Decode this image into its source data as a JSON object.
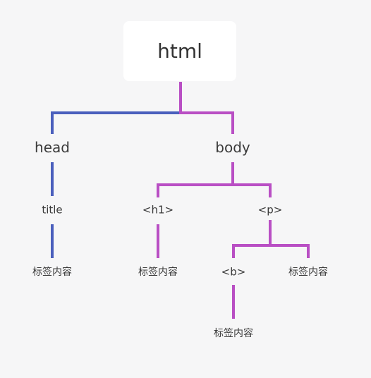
{
  "diagram": {
    "nodes": {
      "html": "html",
      "head": "head",
      "body": "body",
      "title": "title",
      "h1": "<h1>",
      "p": "<p>",
      "b": "<b>",
      "title_content": "标签内容",
      "h1_content": "标签内容",
      "b_content": "标签内容",
      "p_content": "标签内容"
    },
    "colors": {
      "blue_branch": "#4a5fbd",
      "purple_branch": "#b94fc4",
      "background": "#f6f6f7",
      "root_box": "#ffffff"
    }
  }
}
